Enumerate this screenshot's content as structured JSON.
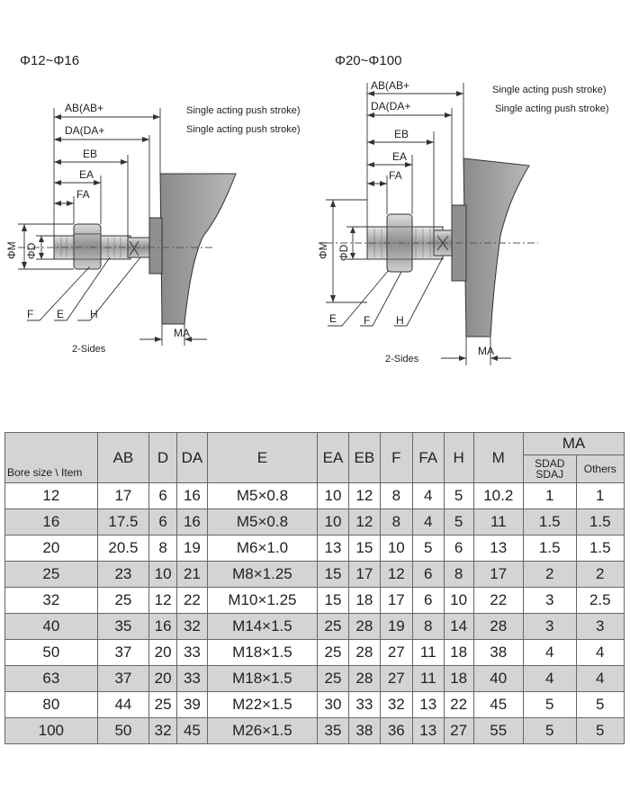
{
  "left_drawing": {
    "title": "Φ12~Φ16",
    "labels": {
      "ab": "AB(AB+",
      "da": "DA(DA+",
      "ab_note": "Single acting push stroke)",
      "da_note": "Single acting push stroke)",
      "eb": "EB",
      "ea": "EA",
      "fa": "FA",
      "phi_m": "ΦM",
      "phi_d": "ΦD",
      "f": "F",
      "e": "E",
      "h": "H",
      "ma": "MA",
      "sides": "2-Sides"
    }
  },
  "right_drawing": {
    "title": "Φ20~Φ100",
    "labels": {
      "ab": "AB(AB+",
      "da": "DA(DA+",
      "ab_note": "Single acting push stroke)",
      "da_note": "Single acting push stroke)",
      "eb": "EB",
      "ea": "EA",
      "fa": "FA",
      "phi_m": "ΦM",
      "phi_d": "ΦD",
      "e": "E",
      "f": "F",
      "h": "H",
      "ma": "MA",
      "sides": "2-Sides"
    }
  },
  "table": {
    "corner": "Bore size \\ Item",
    "headers": [
      "AB",
      "D",
      "DA",
      "E",
      "EA",
      "EB",
      "F",
      "FA",
      "H",
      "M"
    ],
    "ma_header": "MA",
    "ma_sub": [
      "SDAD SDAJ",
      "Others"
    ],
    "rows": [
      [
        "12",
        "17",
        "6",
        "16",
        "M5×0.8",
        "10",
        "12",
        "8",
        "4",
        "5",
        "10.2",
        "1",
        "1"
      ],
      [
        "16",
        "17.5",
        "6",
        "16",
        "M5×0.8",
        "10",
        "12",
        "8",
        "4",
        "5",
        "11",
        "1.5",
        "1.5"
      ],
      [
        "20",
        "20.5",
        "8",
        "19",
        "M6×1.0",
        "13",
        "15",
        "10",
        "5",
        "6",
        "13",
        "1.5",
        "1.5"
      ],
      [
        "25",
        "23",
        "10",
        "21",
        "M8×1.25",
        "15",
        "17",
        "12",
        "6",
        "8",
        "17",
        "2",
        "2"
      ],
      [
        "32",
        "25",
        "12",
        "22",
        "M10×1.25",
        "15",
        "18",
        "17",
        "6",
        "10",
        "22",
        "3",
        "2.5"
      ],
      [
        "40",
        "35",
        "16",
        "32",
        "M14×1.5",
        "25",
        "28",
        "19",
        "8",
        "14",
        "28",
        "3",
        "3"
      ],
      [
        "50",
        "37",
        "20",
        "33",
        "M18×1.5",
        "25",
        "28",
        "27",
        "11",
        "18",
        "38",
        "4",
        "4"
      ],
      [
        "63",
        "37",
        "20",
        "33",
        "M18×1.5",
        "25",
        "28",
        "27",
        "11",
        "18",
        "40",
        "4",
        "4"
      ],
      [
        "80",
        "44",
        "25",
        "39",
        "M22×1.5",
        "30",
        "33",
        "32",
        "13",
        "22",
        "45",
        "5",
        "5"
      ],
      [
        "100",
        "50",
        "32",
        "45",
        "M26×1.5",
        "35",
        "38",
        "36",
        "13",
        "27",
        "55",
        "5",
        "5"
      ]
    ]
  }
}
